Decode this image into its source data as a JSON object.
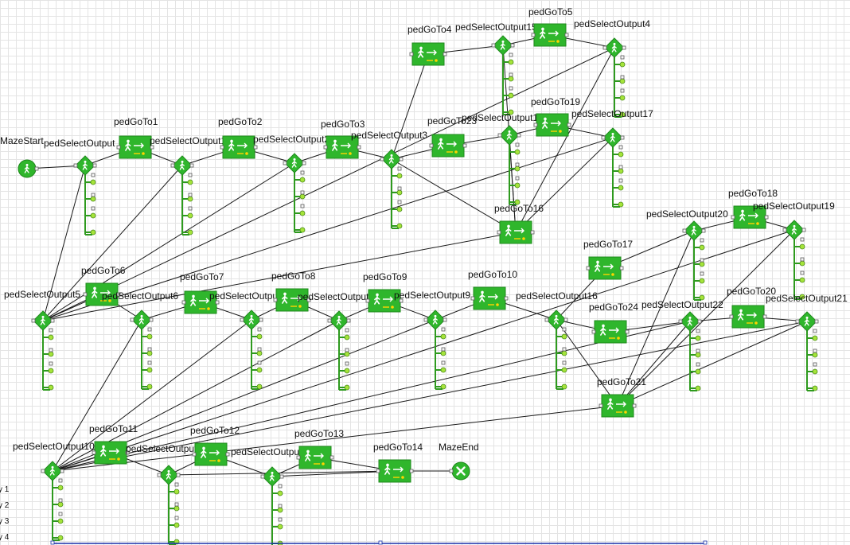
{
  "colors": {
    "block_green": "#2fb62c",
    "connector_lime": "#a5e43a",
    "line": "#1a1a1a",
    "exit_blue": "#1a2fa8"
  },
  "icons": {
    "source": "pedestrian-walk-icon",
    "goto": "pedestrian-goto-arrow-icon",
    "select": "pedestrian-diamond-icon",
    "sink": "x-circle-icon"
  },
  "blocks": [
    {
      "id": "MazeStart",
      "type": "source",
      "label": "MazeStart"
    },
    {
      "id": "pedSelectOutput",
      "type": "select",
      "label": "pedSelectOutput"
    },
    {
      "id": "pedGoTo1",
      "type": "goto",
      "label": "pedGoTo1"
    },
    {
      "id": "pedSelectOutput1",
      "type": "select",
      "label": "pedSelectOutput1"
    },
    {
      "id": "pedGoTo2",
      "type": "goto",
      "label": "pedGoTo2"
    },
    {
      "id": "pedSelectOutput2",
      "type": "select",
      "label": "pedSelectOutput2"
    },
    {
      "id": "pedGoTo3",
      "type": "goto",
      "label": "pedGoTo3"
    },
    {
      "id": "pedSelectOutput3",
      "type": "select",
      "label": "pedSelectOutput3"
    },
    {
      "id": "pedGoTo23",
      "type": "goto",
      "label": "pedGoTo23"
    },
    {
      "id": "pedGoTo4",
      "type": "goto",
      "label": "pedGoTo4"
    },
    {
      "id": "pedSelectOutput15",
      "type": "select",
      "label": "pedSelectOutput15"
    },
    {
      "id": "pedGoTo5",
      "type": "goto",
      "label": "pedGoTo5"
    },
    {
      "id": "pedSelectOutput4",
      "type": "select",
      "label": "pedSelectOutput4"
    },
    {
      "id": "pedSelectOutput18",
      "type": "select",
      "label": "pedSelectOutput18"
    },
    {
      "id": "pedGoTo19",
      "type": "goto",
      "label": "pedGoTo19"
    },
    {
      "id": "pedSelectOutput17",
      "type": "select",
      "label": "pedSelectOutput17"
    },
    {
      "id": "pedGoTo16",
      "type": "goto",
      "label": "pedGoTo16"
    },
    {
      "id": "pedSelectOutput5",
      "type": "select",
      "label": "pedSelectOutput5"
    },
    {
      "id": "pedGoTo6",
      "type": "goto",
      "label": "pedGoTo6"
    },
    {
      "id": "pedSelectOutput6",
      "type": "select",
      "label": "pedSelectOutput6"
    },
    {
      "id": "pedGoTo7",
      "type": "goto",
      "label": "pedGoTo7"
    },
    {
      "id": "pedSelectOutput7",
      "type": "select",
      "label": "pedSelectOutput7"
    },
    {
      "id": "pedGoTo8",
      "type": "goto",
      "label": "pedGoTo8"
    },
    {
      "id": "pedSelectOutput8",
      "type": "select",
      "label": "pedSelectOutput8"
    },
    {
      "id": "pedGoTo9",
      "type": "goto",
      "label": "pedGoTo9"
    },
    {
      "id": "pedSelectOutput9",
      "type": "select",
      "label": "pedSelectOutput9"
    },
    {
      "id": "pedGoTo10",
      "type": "goto",
      "label": "pedGoTo10"
    },
    {
      "id": "pedSelectOutput16",
      "type": "select",
      "label": "pedSelectOutput16"
    },
    {
      "id": "pedGoTo17",
      "type": "goto",
      "label": "pedGoTo17"
    },
    {
      "id": "pedGoTo24",
      "type": "goto",
      "label": "pedGoTo24"
    },
    {
      "id": "pedSelectOutput20",
      "type": "select",
      "label": "pedSelectOutput20"
    },
    {
      "id": "pedGoTo18",
      "type": "goto",
      "label": "pedGoTo18"
    },
    {
      "id": "pedSelectOutput19",
      "type": "select",
      "label": "pedSelectOutput19"
    },
    {
      "id": "pedSelectOutput22",
      "type": "select",
      "label": "pedSelectOutput22"
    },
    {
      "id": "pedGoTo20",
      "type": "goto",
      "label": "pedGoTo20"
    },
    {
      "id": "pedSelectOutput21",
      "type": "select",
      "label": "pedSelectOutput21"
    },
    {
      "id": "pedGoTo21",
      "type": "goto",
      "label": "pedGoTo21"
    },
    {
      "id": "pedSelectOutput10",
      "type": "select",
      "label": "pedSelectOutput10"
    },
    {
      "id": "pedGoTo11",
      "type": "goto",
      "label": "pedGoTo11"
    },
    {
      "id": "pedSelectOutput11",
      "type": "select",
      "label": "pedSelectOutput11"
    },
    {
      "id": "pedGoTo12",
      "type": "goto",
      "label": "pedGoTo12"
    },
    {
      "id": "pedSelectOutput12",
      "type": "select",
      "label": "pedSelectOutput12"
    },
    {
      "id": "pedGoTo13",
      "type": "goto",
      "label": "pedGoTo13"
    },
    {
      "id": "pedGoTo14",
      "type": "goto",
      "label": "pedGoTo14"
    },
    {
      "id": "MazeEnd",
      "type": "sink",
      "label": "MazeEnd"
    }
  ],
  "side_labels": [
    "y 1",
    "y 2",
    "y 3",
    "y 4"
  ]
}
